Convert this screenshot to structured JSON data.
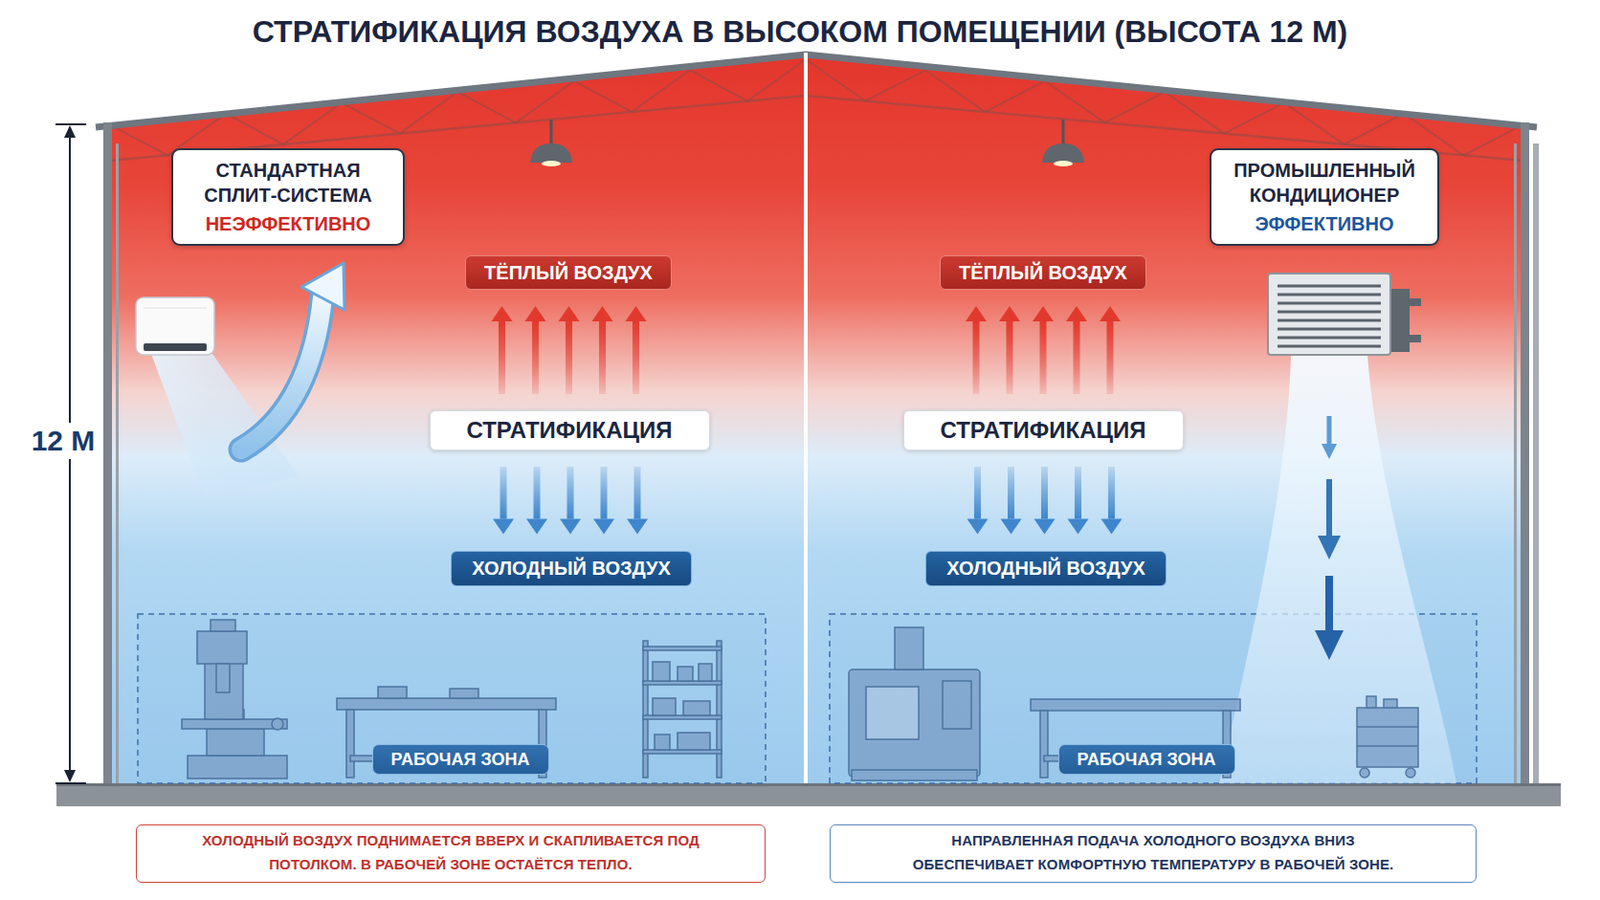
{
  "diagram": {
    "title": "СТРАТИФИКАЦИЯ ВОЗДУХА В ВЫСОКОМ ПОМЕЩЕНИИ (ВЫСОТА 12 М)",
    "nodes": [
      {
        "text": [
          "СТАНДАРТНАЯ СПЛИТ-СИСТЕМА",
          "НЕЭФФЕКТИВНО"
        ]
      },
      {
        "text": [
          "ПРОМЫШЛЕННЫЙ КОНДИЦИОНЕР",
          "ЭФФЕКТИВНО"
        ]
      },
      {
        "text": [
          "ТЁПЛЫЙ ВОЗДУХ"
        ]
      },
      {
        "text": [
          "ТЁПЛЫЙ ВОЗДУХ"
        ]
      },
      {
        "text": [
          "СТРАТИФИКАЦИЯ"
        ]
      },
      {
        "text": [
          "СТРАТИФИКАЦИЯ"
        ]
      },
      {
        "text": [
          "ХОЛОДНЫЙ ВОЗДУХ"
        ]
      },
      {
        "text": [
          "ХОЛОДНЫЙ ВОЗДУХ"
        ]
      },
      {
        "text": [
          "РАБОЧАЯ ЗОНА"
        ]
      },
      {
        "text": [
          "РАБОЧАЯ ЗОНА"
        ]
      },
      {
        "text": [
          "ХОЛОДНЫЙ ВОЗДУХ ПОДНИМАЕТСЯ ВВЕРХ И СКАПЛИВАЕТСЯ ПОД ПОТОЛКОМ. В РАБОЧЕЙ ЗОНЕ ОСТАЁТСЯ ТЕПЛО."
        ]
      },
      {
        "text": [
          "НАПРАВЛЕННАЯ ПОДАЧА ХОЛОДНОГО ВОЗДУХА ВНИЗ ОБЕСПЕЧИВАЕТ КОМФОРТНУЮ ТЕМПЕРАТУРУ В РАБОЧЕЙ ЗОНЕ."
        ]
      }
    ],
    "edges": [
      {
        "from": 4,
        "to": 2,
        "arrow": "to"
      },
      {
        "from": 4,
        "to": 6,
        "arrow": "to"
      },
      {
        "from": 5,
        "to": 3,
        "arrow": "to"
      },
      {
        "from": 5,
        "to": 7,
        "arrow": "to"
      }
    ],
    "labels": [
      "12 М"
    ]
  }
}
